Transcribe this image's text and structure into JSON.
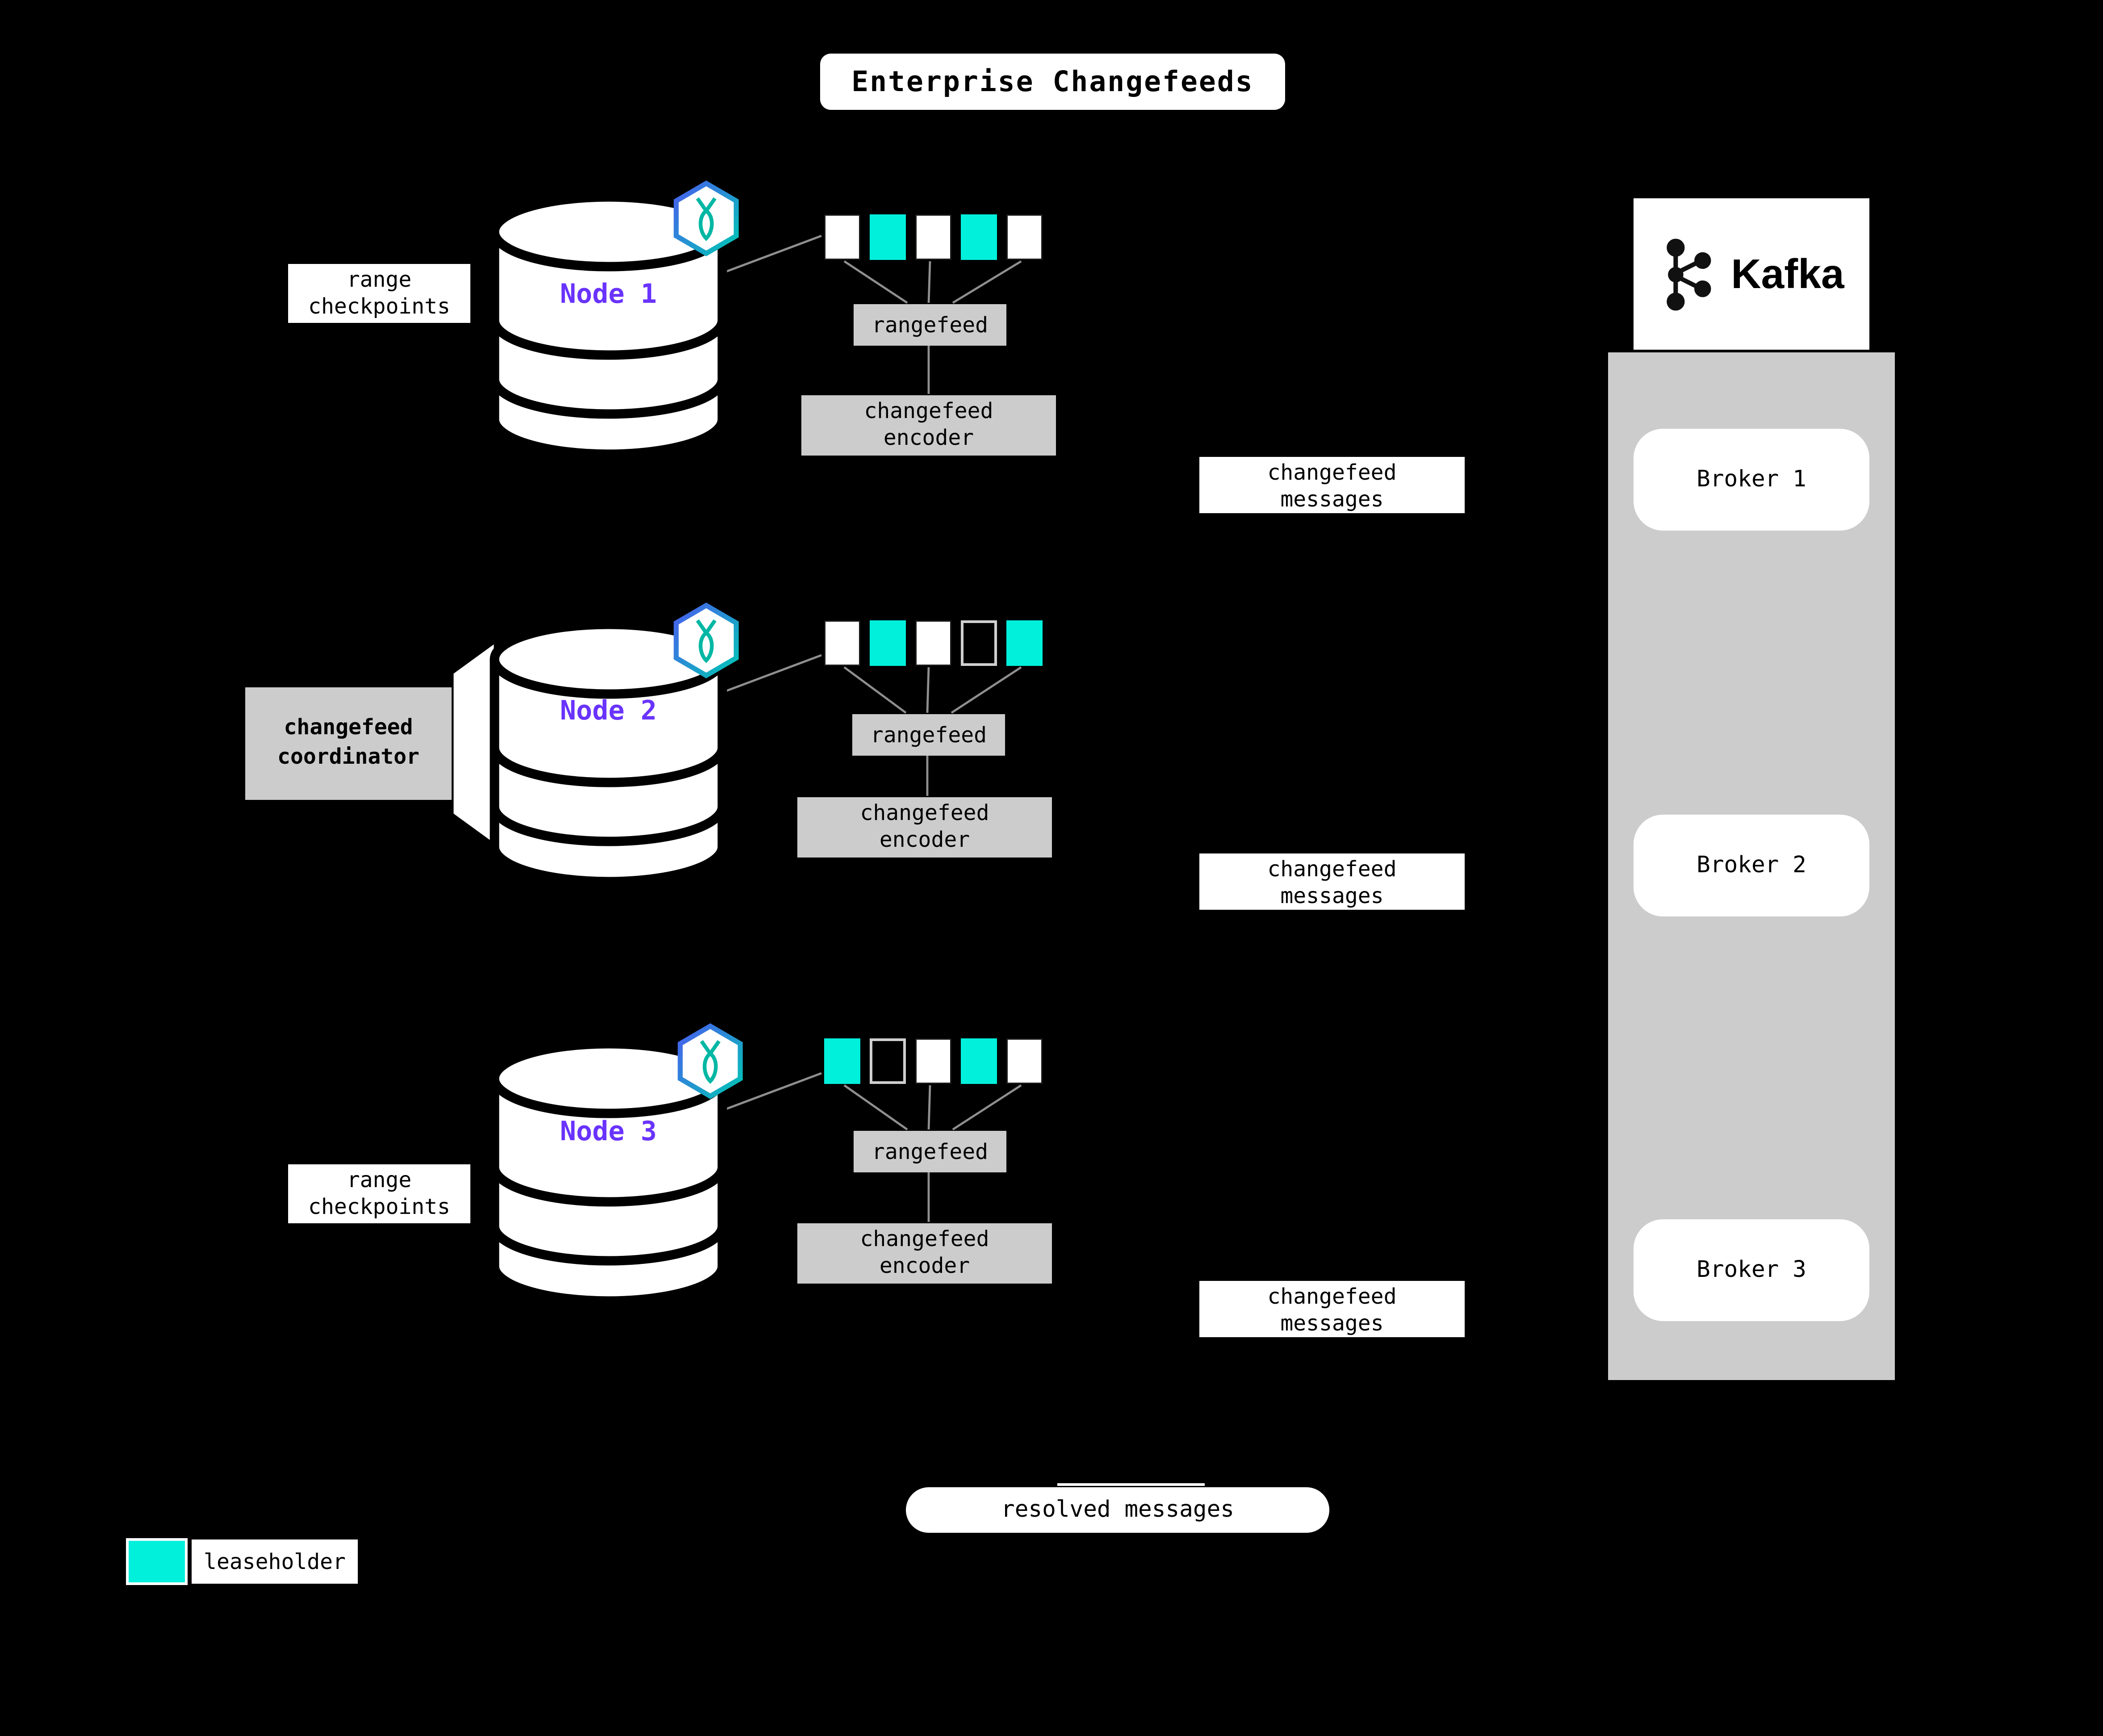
{
  "title": "Enterprise Changefeeds",
  "legend": {
    "label": "leaseholder"
  },
  "resolved": {
    "label": "resolved messages"
  },
  "kafka": {
    "label": "Kafka",
    "brokers": [
      {
        "label": "Broker 1"
      },
      {
        "label": "Broker 2"
      },
      {
        "label": "Broker 3"
      }
    ]
  },
  "labels": {
    "rangefeed": "rangefeed",
    "encoder_line1": "changefeed",
    "encoder_line2": "encoder",
    "messages_line1": "changefeed",
    "messages_line2": "messages"
  },
  "nodes": [
    {
      "name": "Node 1",
      "side_line1": "range",
      "side_line2": "checkpoints",
      "ranges": [
        "white",
        "cyan",
        "white",
        "cyan",
        "white"
      ]
    },
    {
      "name": "Node 2",
      "side_line1": "changefeed",
      "side_line2": "coordinator",
      "ranges": [
        "white",
        "cyan",
        "white",
        "empty",
        "cyan"
      ]
    },
    {
      "name": "Node 3",
      "side_line1": "range",
      "side_line2": "checkpoints",
      "ranges": [
        "cyan",
        "empty",
        "white",
        "cyan",
        "white"
      ]
    }
  ],
  "colors": {
    "leaseholder": "#00f0dc",
    "node_name": "#6933ff",
    "panel_gray": "#cccccc",
    "background": "#000000"
  }
}
